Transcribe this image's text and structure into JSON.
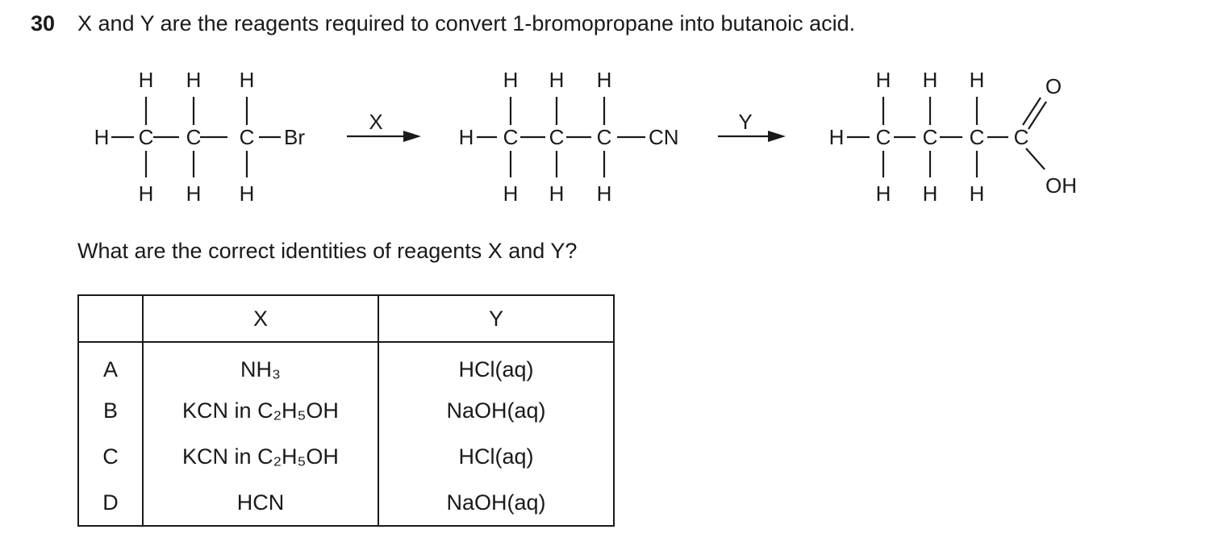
{
  "question": {
    "number": "30",
    "stem": "X and Y are the reagents required to convert 1-bromopropane into butanoic acid.",
    "prompt": "What are the correct identities of reagents X and Y?"
  },
  "scheme": {
    "atom_h": "H",
    "atom_c": "C",
    "group_br": "Br",
    "group_cn": "CN",
    "atom_o": "O",
    "group_oh": "OH",
    "arrow1_label": "X",
    "arrow2_label": "Y"
  },
  "table": {
    "headers": [
      "",
      "X",
      "Y"
    ],
    "rows": [
      {
        "letter": "A",
        "x": "NH₃",
        "y": "HCl(aq)"
      },
      {
        "letter": "B",
        "x": "KCN in C₂H₅OH",
        "y": "NaOH(aq)"
      },
      {
        "letter": "C",
        "x": "KCN in C₂H₅OH",
        "y": "HCl(aq)"
      },
      {
        "letter": "D",
        "x": "HCN",
        "y": "NaOH(aq)"
      }
    ]
  }
}
